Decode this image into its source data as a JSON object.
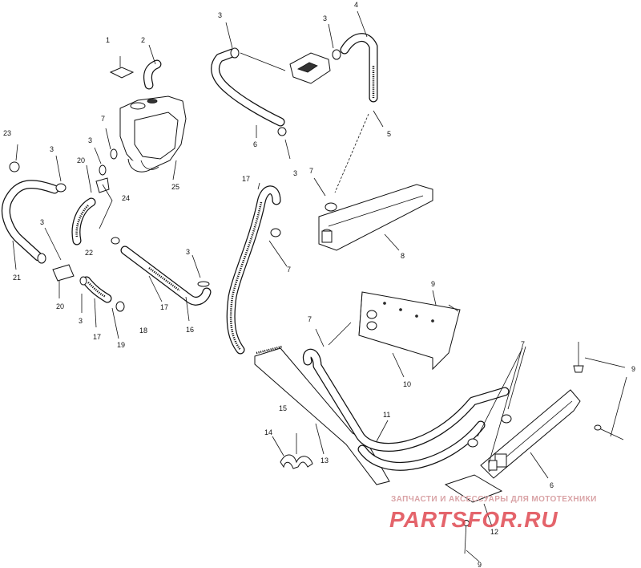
{
  "labels": {
    "l1": "1",
    "l2": "2",
    "l3a": "3",
    "l3b": "3",
    "l4": "4",
    "l5": "5",
    "l6": "6",
    "l3c": "3",
    "l7a": "7",
    "l7b": "7",
    "l8": "8",
    "l23": "23",
    "l3d": "3",
    "l7c": "7",
    "l3e": "3",
    "l20a": "20",
    "l24": "24",
    "l25": "25",
    "l17a": "17",
    "l21": "21",
    "l3f": "3",
    "l22": "22",
    "l20b": "20",
    "l3g": "3",
    "l3h": "3",
    "l17b": "17",
    "l19": "19",
    "l18": "18",
    "l17c": "17",
    "l16": "16",
    "l9a": "9",
    "l7d": "7",
    "l10": "10",
    "l7e": "7",
    "l9b": "9",
    "l11": "11",
    "l15": "15",
    "l14": "14",
    "l13": "13",
    "l6b": "6",
    "l12": "12",
    "l9c": "9"
  },
  "watermark": {
    "caption": "ЗАПЧАСТИ И АКСЕССУАРЫ ДЛЯ МОТОТЕХНИКИ",
    "brand": "PARTSFOR.RU"
  }
}
